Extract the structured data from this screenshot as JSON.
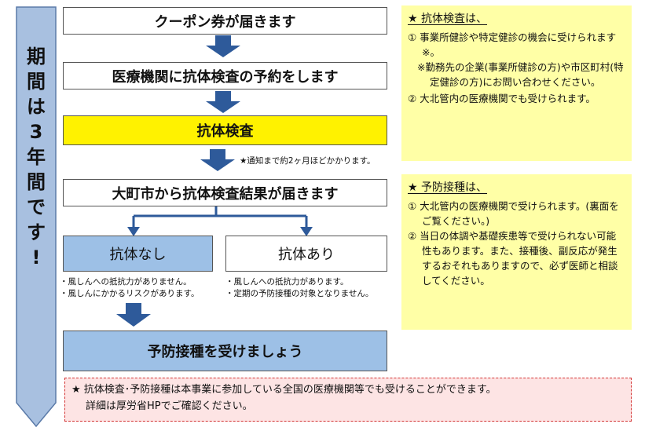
{
  "side_banner": {
    "chars": [
      "期",
      "間",
      "は",
      "3",
      "年",
      "間",
      "で",
      "す",
      "!"
    ]
  },
  "flow": {
    "step1": "クーポン券が届きます",
    "step2": "医療機関に抗体検査の予約をします",
    "step3": "抗体検査",
    "step3_note": "★通知まで約2ヶ月ほどかかります。",
    "step4": "大町市から抗体検査結果が届きます",
    "result_none": "抗体なし",
    "result_yes": "抗体あり",
    "none_notes": [
      "・風しんへの抵抗力がありません。",
      "・風しんにかかるリスクがあります。"
    ],
    "yes_notes": [
      "・風しんへの抵抗力があります。",
      "・定期の予防接種の対象となりません。"
    ],
    "step5": "予防接種を受けましょう"
  },
  "info_test": {
    "title": "★ 抗体検査は、",
    "item1": "① 事業所健診や特定健診の機会に受けられます※。",
    "item1_note": "※勤務先の企業(事業所健診の方)や市区町村(特定健診の方)にお問い合わせください。",
    "item2": "② 大北管内の医療機関でも受けられます。"
  },
  "info_vaccine": {
    "title": "★ 予防接種は、",
    "item1": "① 大北管内の医療機関で受けられます。(裏面をご覧ください。)",
    "item2": "② 当日の体調や基礎疾患等で受けられない可能性もあります。また、接種後、副反応が発生するおそれもありますので、必ず医師と相談してください。"
  },
  "footer": {
    "line1": "★ 抗体検査･予防接種は本事業に参加している全国の医療機関等でも受けることができます。",
    "line2": "詳細は厚労省HPでご確認ください。"
  },
  "colors": {
    "arrow": "#2e5a9a",
    "banner": "#a8c0e0",
    "yellow_box": "#fff200",
    "blue_box": "#9dc0e6",
    "info_bg": "#ffffa6",
    "footer_bg": "#fde4e4",
    "footer_border": "#d33333"
  }
}
